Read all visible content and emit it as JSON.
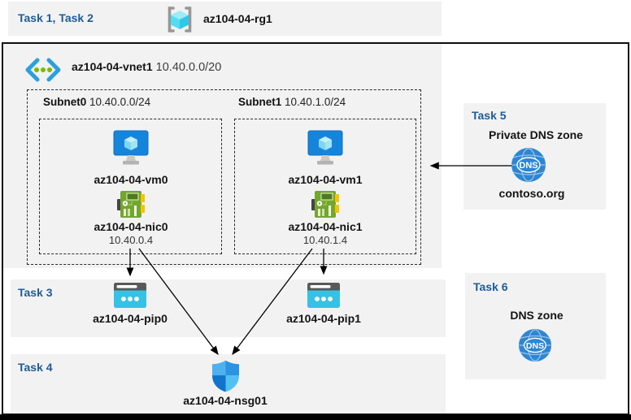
{
  "colors": {
    "task_blue": "#1d5c99",
    "panel_gray": "#f2f2f2",
    "vm_blue": "#1585dc",
    "nic_green": "#74a62e",
    "pip_cyan": "#35c2e4",
    "dns_blue": "#2e86d3",
    "nsg_blue": "#2b93e4"
  },
  "header": {
    "tasks_label": "Task 1, Task 2",
    "resource_group_name": "az104-04-rg1",
    "resource_group_icon": "resource-group-icon"
  },
  "vnet": {
    "icon": "virtual-network-icon",
    "name": "az104-04-vnet1",
    "cidr": "10.40.0.0/20",
    "subnets": [
      {
        "name": "Subnet0",
        "cidr": "10.40.0.0/24",
        "vm": "az104-04-vm0",
        "vm_icon": "virtual-machine-icon",
        "nic": "az104-04-nic0",
        "nic_icon": "network-interface-icon",
        "ip": "10.40.0.4"
      },
      {
        "name": "Subnet1",
        "cidr": "10.40.1.0/24",
        "vm": "az104-04-vm1",
        "vm_icon": "virtual-machine-icon",
        "nic": "az104-04-nic1",
        "nic_icon": "network-interface-icon",
        "ip": "10.40.1.4"
      }
    ]
  },
  "task3": {
    "label": "Task 3",
    "pip0": "az104-04-pip0",
    "pip1": "az104-04-pip1",
    "pip_icon": "public-ip-icon"
  },
  "task4": {
    "label": "Task 4",
    "nsg": "az104-04-nsg01",
    "nsg_icon": "network-security-group-shield-icon"
  },
  "task5": {
    "label": "Task 5",
    "title": "Private DNS zone",
    "zone_name": "contoso.org",
    "icon": "dns-zone-icon"
  },
  "task6": {
    "label": "Task 6",
    "title": "DNS zone",
    "icon": "dns-zone-icon"
  },
  "icons": {
    "dns_text": "DNS"
  },
  "connections": [
    {
      "from": "az104-04-nic0",
      "to": "az104-04-pip0"
    },
    {
      "from": "az104-04-nic1",
      "to": "az104-04-pip1"
    },
    {
      "from": "az104-04-nic0",
      "to": "az104-04-nsg01"
    },
    {
      "from": "az104-04-nic1",
      "to": "az104-04-nsg01"
    },
    {
      "from": "contoso.org",
      "to": "Subnet1"
    }
  ]
}
